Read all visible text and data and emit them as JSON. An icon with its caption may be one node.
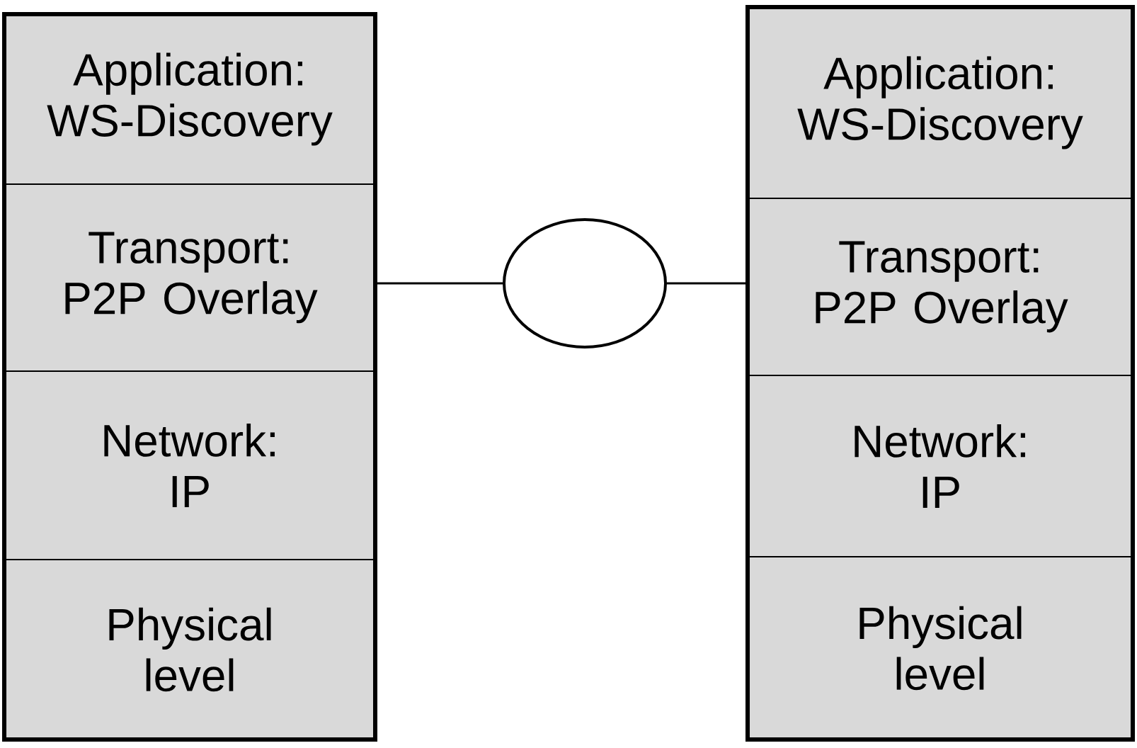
{
  "diagram": {
    "nodes": [
      {
        "text": [],
        "shape": "box"
      },
      {
        "text": [
          "Application: WS-Discovery"
        ],
        "in": 0
      },
      {
        "text": [
          "Transport: P2P Overlay"
        ],
        "in": 0
      },
      {
        "text": [
          "Network: IP"
        ],
        "in": 0
      },
      {
        "text": [
          "Physical level"
        ],
        "in": 0
      },
      {
        "text": [],
        "shape": "circle"
      },
      {
        "text": [],
        "shape": "box"
      },
      {
        "text": [
          "Application: WS-Discovery"
        ],
        "in": 6
      },
      {
        "text": [
          "Transport: P2P Overlay"
        ],
        "in": 6
      },
      {
        "text": [
          "Network: IP"
        ],
        "in": 6
      },
      {
        "text": [
          "Physical level"
        ],
        "in": 6
      }
    ],
    "edges": [
      {
        "from": 2,
        "to": 5,
        "arrow": "none"
      },
      {
        "from": 5,
        "to": 8,
        "arrow": "none"
      }
    ]
  }
}
